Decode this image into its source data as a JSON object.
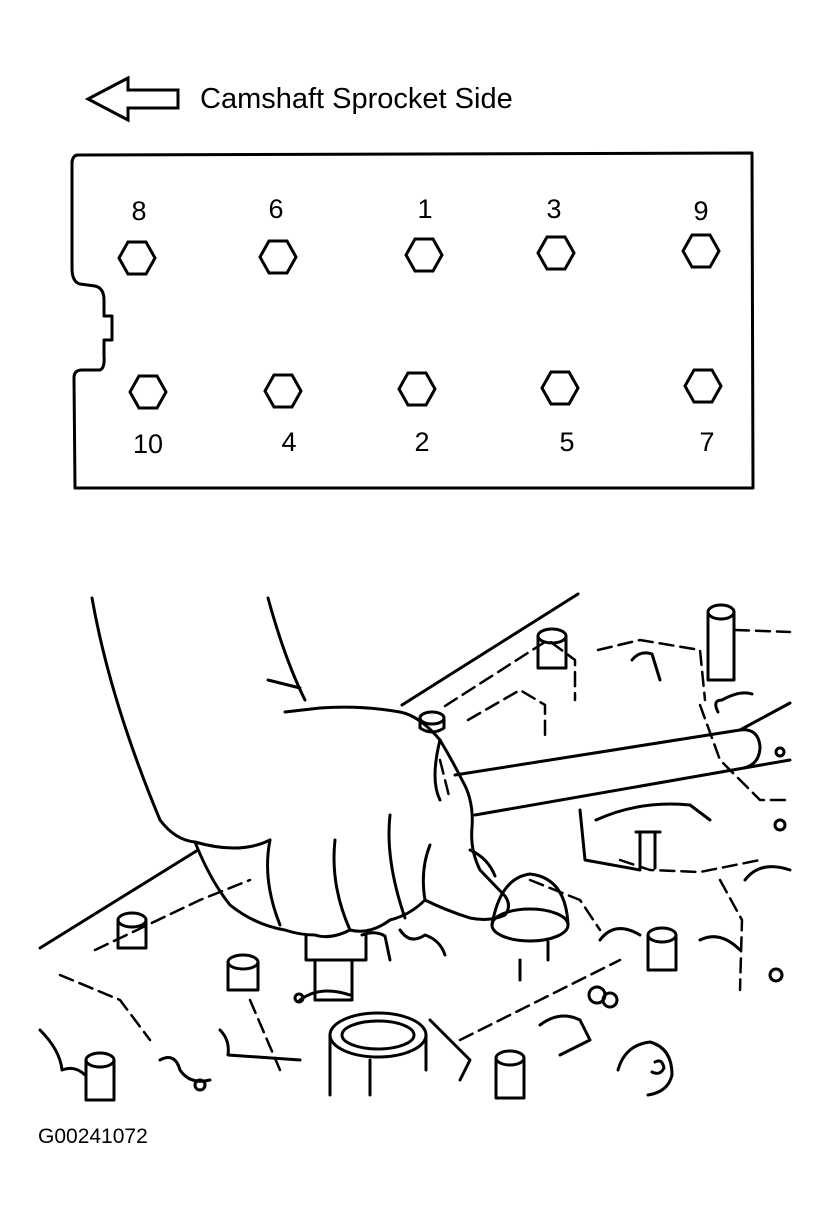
{
  "header": {
    "caption": "Camshaft Sprocket Side"
  },
  "diagram": {
    "top_row_bolts": [
      "8",
      "6",
      "1",
      "3",
      "9"
    ],
    "bottom_row_bolts": [
      "10",
      "4",
      "2",
      "5",
      "7"
    ]
  },
  "figure_id": "G00241072"
}
